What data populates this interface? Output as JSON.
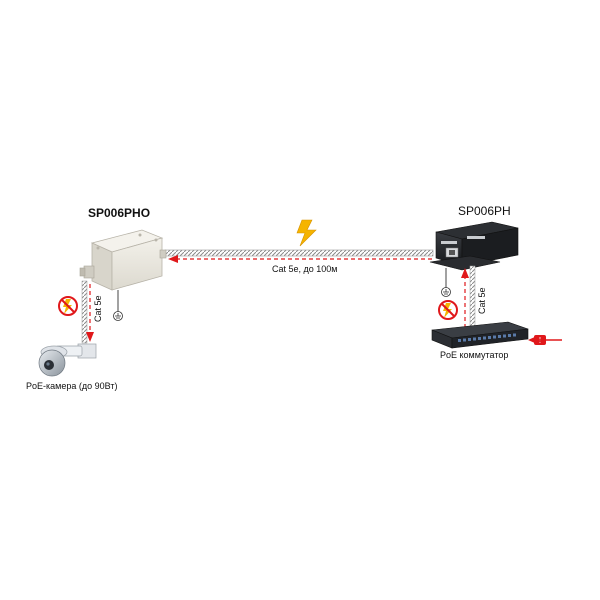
{
  "devices": {
    "left_unit": "SP006PHO",
    "right_unit": "SP006PH"
  },
  "links": {
    "main_cable": "Cat 5e, до 100м",
    "left_drop_cable": "Cat 5e",
    "right_drop_cable": "Cat 5e"
  },
  "endpoints": {
    "camera": "PoE-камера (до 90Вт)",
    "switch": "PoE коммутатор"
  },
  "colors": {
    "signal_arrow": "#e0181b",
    "lightning": "#f5b400",
    "no_surge_ring": "#e0181b",
    "cable": "#9a9a9a",
    "enclosure": "#e9e7df",
    "injector_body": "#1d1f22"
  },
  "icons": [
    "lightning-icon",
    "no-lightning-icon",
    "ground-icon",
    "rj45-port-icon",
    "power-plug-icon"
  ]
}
